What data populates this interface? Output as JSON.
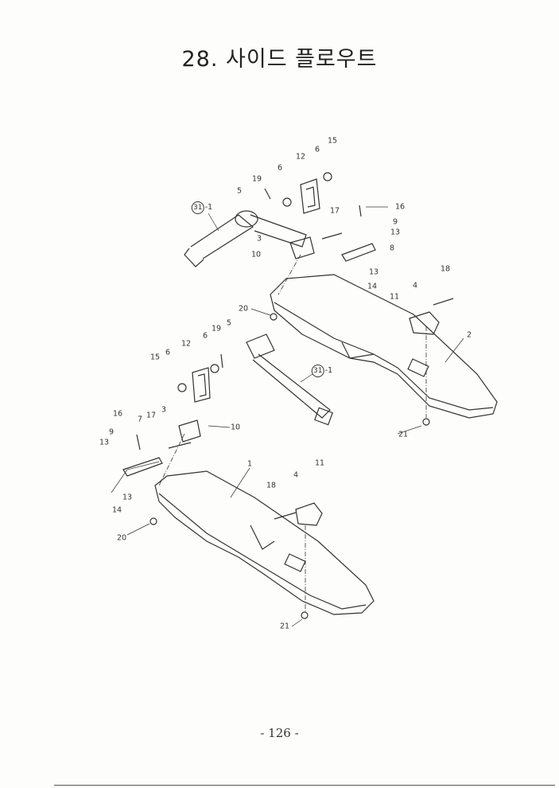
{
  "title": "28. 사이드 플로우트",
  "page_number": "- 126 -",
  "callouts": {
    "upper": [
      "15",
      "12",
      "6",
      "6",
      "19",
      "5",
      "31",
      "-1",
      "16",
      "9",
      "13",
      "17",
      "3",
      "8",
      "10",
      "13",
      "14",
      "18",
      "4",
      "11",
      "20",
      "2",
      "21"
    ],
    "lower": [
      "12",
      "6",
      "19",
      "5",
      "15",
      "6",
      "31",
      "-1",
      "16",
      "7",
      "17",
      "3",
      "10",
      "9",
      "13",
      "1",
      "11",
      "18",
      "4",
      "13",
      "14",
      "20",
      "21"
    ]
  }
}
